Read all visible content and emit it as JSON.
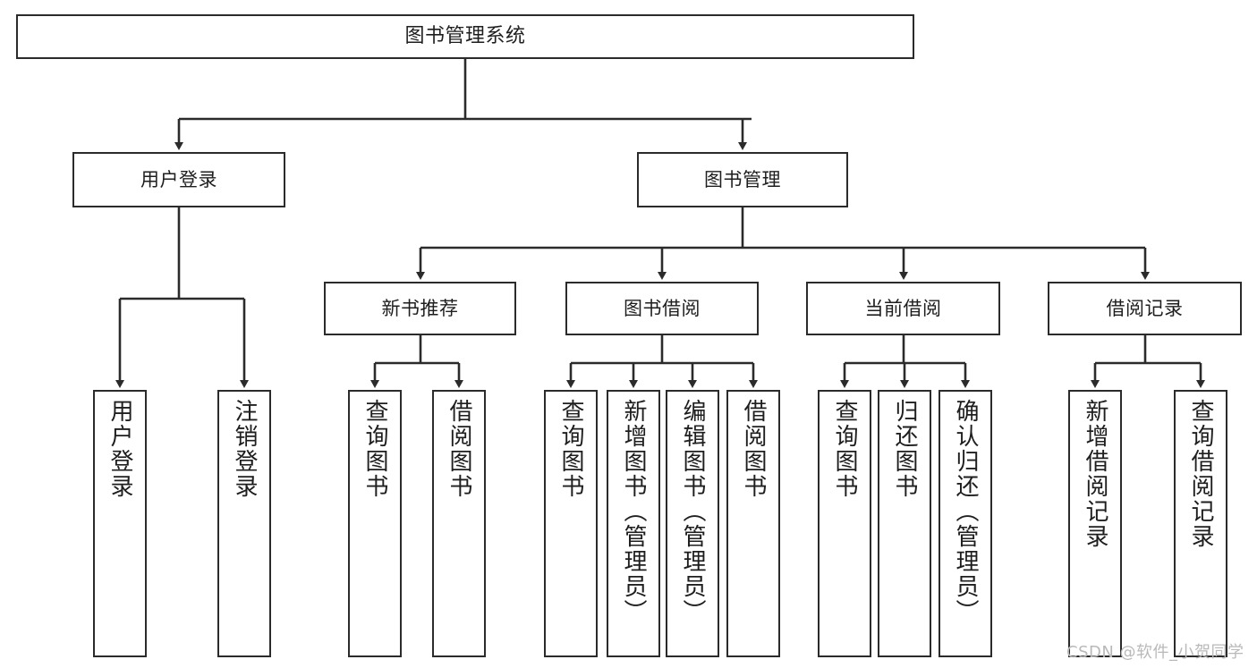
{
  "diagram": {
    "title": "图书管理系统",
    "type": "tree-hierarchy",
    "orientation": "top-down",
    "colors": {
      "box_border": "#2b2b2b",
      "box_fill": "#ffffff",
      "edge": "#2b2b2b",
      "text": "#1e1e1e",
      "watermark": "#b9b9b9",
      "background": "#ffffff"
    },
    "nodes": {
      "root": {
        "label": "图书管理系统"
      },
      "level1": [
        {
          "id": "user-login",
          "label": "用户登录"
        },
        {
          "id": "book-manage",
          "label": "图书管理"
        }
      ],
      "level2": [
        {
          "id": "new-book-recommend",
          "label": "新书推荐"
        },
        {
          "id": "book-borrow",
          "label": "图书借阅"
        },
        {
          "id": "current-borrow",
          "label": "当前借阅"
        },
        {
          "id": "borrow-record",
          "label": "借阅记录"
        }
      ],
      "leaves": {
        "user_login": [
          {
            "id": "leaf-user-login",
            "label": "用户登录"
          },
          {
            "id": "leaf-logout-login",
            "label": "注销登录"
          }
        ],
        "new_book_recommend": [
          {
            "id": "leaf-query-book-1",
            "label": "查询图书"
          },
          {
            "id": "leaf-borrow-book-1",
            "label": "借阅图书"
          }
        ],
        "book_borrow": [
          {
            "id": "leaf-query-book-2",
            "label": "查询图书"
          },
          {
            "id": "leaf-add-book",
            "label": "新增图书（管理员）"
          },
          {
            "id": "leaf-edit-book",
            "label": "编辑图书（管理员）"
          },
          {
            "id": "leaf-borrow-book-2",
            "label": "借阅图书"
          }
        ],
        "current_borrow": [
          {
            "id": "leaf-query-book-3",
            "label": "查询图书"
          },
          {
            "id": "leaf-return-book",
            "label": "归还图书"
          },
          {
            "id": "leaf-confirm-return",
            "label": "确认归还（管理员）"
          }
        ],
        "borrow_record": [
          {
            "id": "leaf-add-record",
            "label": "新增借阅记录"
          },
          {
            "id": "leaf-query-record",
            "label": "查询借阅记录"
          }
        ]
      }
    },
    "watermark": "CSDN @软件_小贺同学"
  }
}
